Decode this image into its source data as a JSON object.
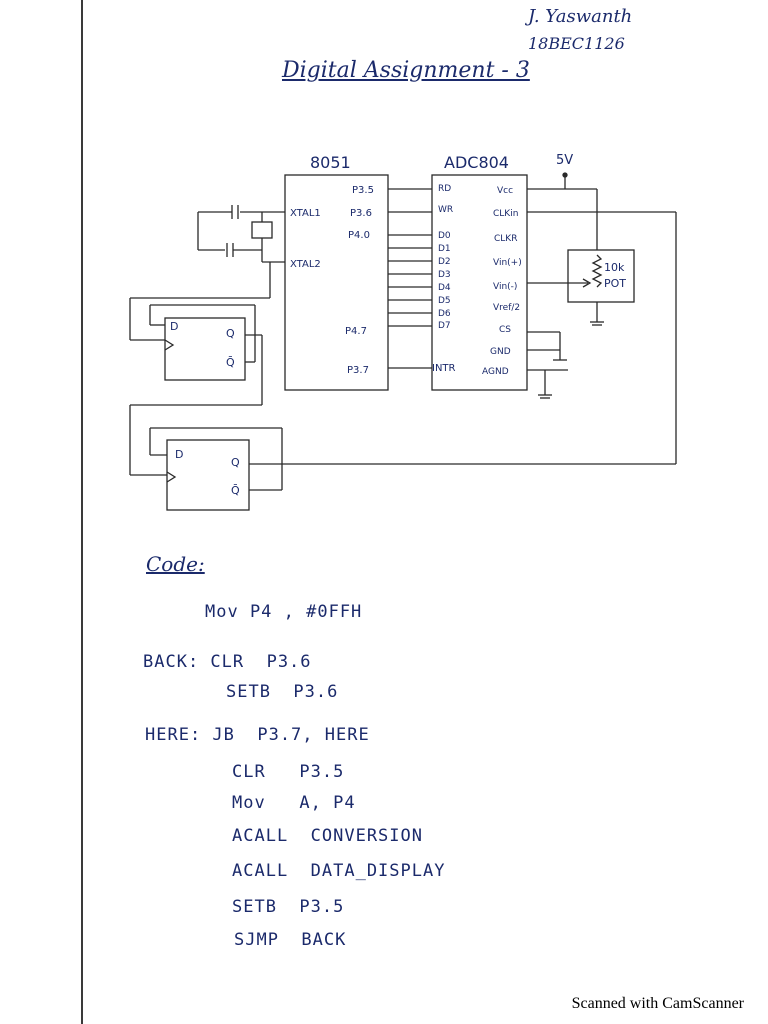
{
  "header": {
    "author_name": "J. Yaswanth",
    "author_id": "18BEC1126",
    "title": "Digital Assignment - 3"
  },
  "diagram": {
    "mcu": {
      "label": "8051",
      "pins_right": [
        "P3.5",
        "P3.6",
        "P4.0",
        "P4.7",
        "P3.7"
      ],
      "pins_left": [
        "XTAL1",
        "XTAL2"
      ]
    },
    "adc": {
      "label": "ADC804",
      "pins_left": [
        "RD",
        "WR",
        "D0",
        "D1",
        "D2",
        "D3",
        "D4",
        "D5",
        "D6",
        "D7",
        "INTR"
      ],
      "pins_right": [
        "Vcc",
        "CLKin",
        "CLKR",
        "Vin(+)",
        "Vin(-)",
        "Vref/2",
        "CS",
        "GND",
        "AGND"
      ]
    },
    "supply_label": "5V",
    "pot_label_1": "10k",
    "pot_label_2": "POT",
    "ff1": {
      "d": "D",
      "q": "Q",
      "qbar": "Q̄"
    },
    "ff2": {
      "d": "D",
      "q": "Q",
      "qbar": "Q̄"
    }
  },
  "code": {
    "heading": "Code:",
    "lines": [
      "Mov P4 , #0FFH",
      "BACK: CLR  P3.6",
      "SETB  P3.6",
      "HERE: JB  P3.7, HERE",
      "CLR   P3.5",
      "Mov   A, P4",
      "ACALL  CONVERSION",
      "ACALL  DATA_DISPLAY",
      "SETB  P3.5",
      "SJMP  BACK"
    ]
  },
  "footer": {
    "scanner": "Scanned with CamScanner"
  }
}
